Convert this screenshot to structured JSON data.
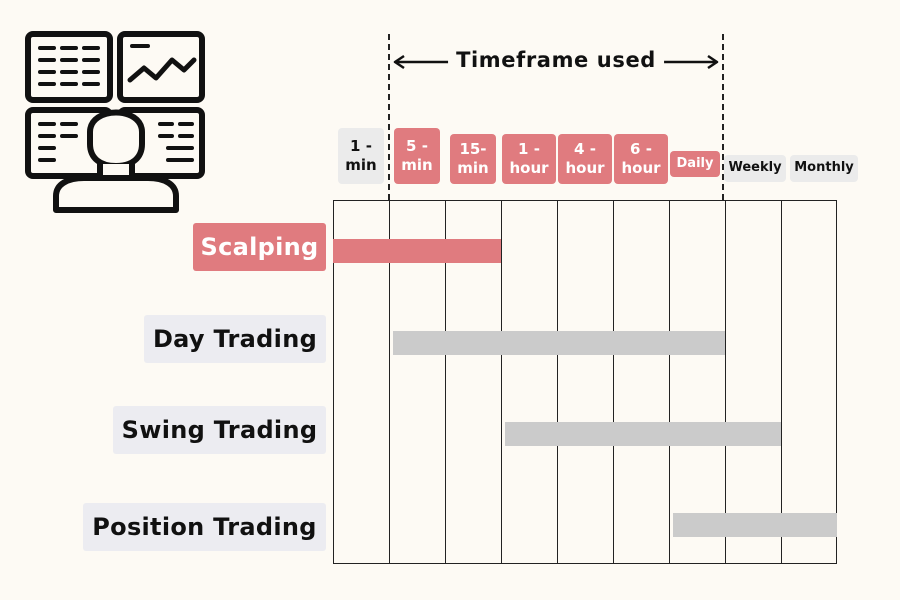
{
  "header": {
    "title": "Timeframe used"
  },
  "timeframes": [
    {
      "label": "1 -\nmin",
      "active": false
    },
    {
      "label": "5 -\nmin",
      "active": true
    },
    {
      "label": "15-\nmin",
      "active": true
    },
    {
      "label": "1 -\nhour",
      "active": true
    },
    {
      "label": "4 -\nhour",
      "active": true
    },
    {
      "label": "6 -\nhour",
      "active": true
    },
    {
      "label": "Daily",
      "active": true
    },
    {
      "label": "Weekly",
      "active": false
    },
    {
      "label": "Monthly",
      "active": false
    }
  ],
  "styles": [
    {
      "label": "Scalping",
      "active": true,
      "range": [
        0,
        3
      ]
    },
    {
      "label": "Day Trading",
      "active": false,
      "range": [
        1,
        7
      ]
    },
    {
      "label": "Swing Trading",
      "active": false,
      "range": [
        3,
        8
      ]
    },
    {
      "label": "Position Trading",
      "active": false,
      "range": [
        6,
        9
      ]
    }
  ],
  "colors": {
    "accent": "#e07b7f",
    "bar_inactive": "#cbcbcb",
    "label_inactive_bg": "#ececf1",
    "chip_inactive_bg": "#ebebeb",
    "line": "#222222",
    "background": "#fdfaf4"
  },
  "icons": {
    "trader": "trader-monitors-icon"
  }
}
